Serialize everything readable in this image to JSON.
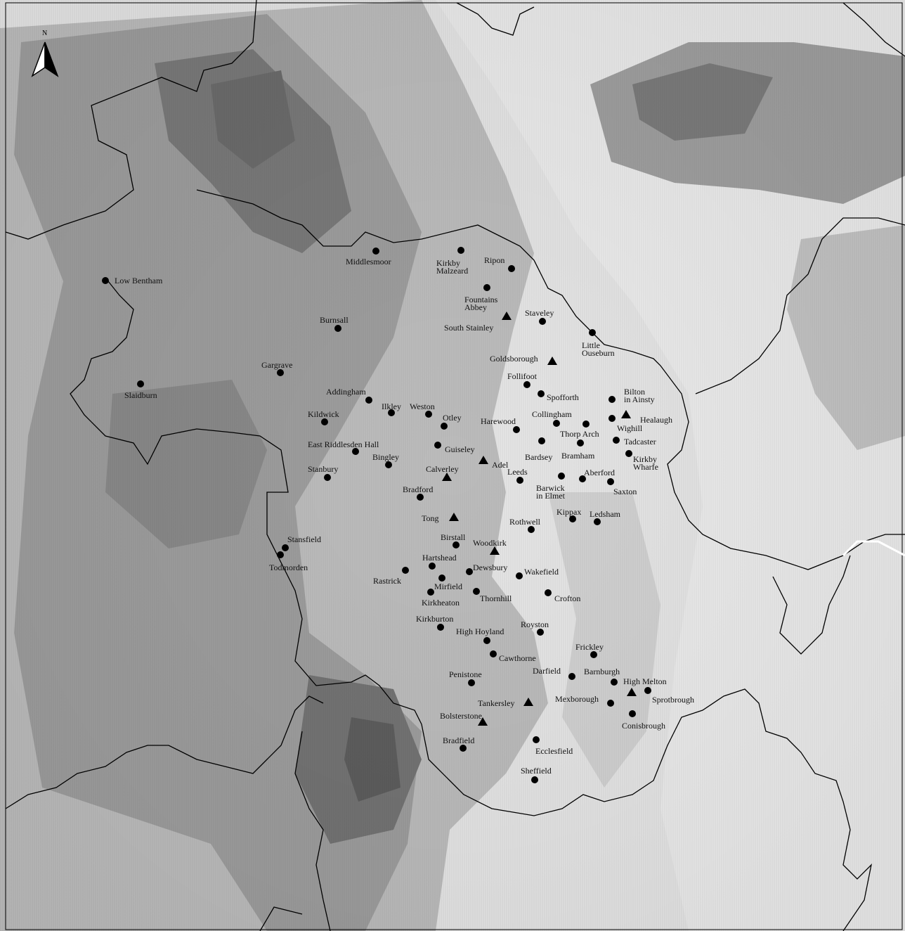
{
  "map": {
    "north_label": "N",
    "symbols": {
      "settlement": "filled-circle",
      "monastery": "filled-triangle"
    },
    "places": [
      {
        "name": "Middlesmoor",
        "symbol": "dot"
      },
      {
        "name": "Kirkby Malzeard",
        "label_lines": [
          "Kirkby",
          "Malzeard"
        ],
        "symbol": "dot"
      },
      {
        "name": "Ripon",
        "symbol": "dot"
      },
      {
        "name": "Low Bentham",
        "symbol": "dot"
      },
      {
        "name": "Fountains Abbey",
        "label_lines": [
          "Fountains",
          "Abbey"
        ],
        "symbol": "dot"
      },
      {
        "name": "South Stainley",
        "symbol": "triangle"
      },
      {
        "name": "Staveley",
        "symbol": "dot"
      },
      {
        "name": "Burnsall",
        "symbol": "dot"
      },
      {
        "name": "Little Ouseburn",
        "label_lines": [
          "Little",
          "Ouseburn"
        ],
        "symbol": "dot"
      },
      {
        "name": "Goldsborough",
        "symbol": "triangle"
      },
      {
        "name": "Gargrave",
        "symbol": "dot"
      },
      {
        "name": "Follifoot",
        "symbol": "dot"
      },
      {
        "name": "Slaidburn",
        "symbol": "dot"
      },
      {
        "name": "Spofforth",
        "symbol": "dot"
      },
      {
        "name": "Bilton in Ainsty",
        "label_lines": [
          "Bilton",
          "in Ainsty"
        ],
        "symbol": "dot"
      },
      {
        "name": "Addingham",
        "symbol": "dot"
      },
      {
        "name": "Ilkley",
        "symbol": "dot"
      },
      {
        "name": "Weston",
        "symbol": "dot"
      },
      {
        "name": "Kildwick",
        "symbol": "dot"
      },
      {
        "name": "Otley",
        "symbol": "dot"
      },
      {
        "name": "Harewood",
        "symbol": "dot"
      },
      {
        "name": "Collingham",
        "symbol": "dot"
      },
      {
        "name": "Healaugh",
        "symbol": "triangle"
      },
      {
        "name": "Wighill",
        "symbol": "dot"
      },
      {
        "name": "Thorp Arch",
        "symbol": "dot"
      },
      {
        "name": "Tadcaster",
        "symbol": "dot"
      },
      {
        "name": "East Riddlesden Hall",
        "symbol": "dot"
      },
      {
        "name": "Guiseley",
        "symbol": "dot"
      },
      {
        "name": "Bingley",
        "symbol": "dot"
      },
      {
        "name": "Adel",
        "symbol": "triangle"
      },
      {
        "name": "Bardsey",
        "symbol": "dot"
      },
      {
        "name": "Bramham",
        "symbol": "dot"
      },
      {
        "name": "Kirkby Wharfe",
        "label_lines": [
          "Kirkby",
          "Wharfe"
        ],
        "symbol": "dot"
      },
      {
        "name": "Stanbury",
        "symbol": "dot"
      },
      {
        "name": "Calverley",
        "symbol": "triangle"
      },
      {
        "name": "Leeds",
        "symbol": "dot"
      },
      {
        "name": "Aberford",
        "symbol": "dot"
      },
      {
        "name": "Saxton",
        "symbol": "dot"
      },
      {
        "name": "Barwick in Elmet",
        "label_lines": [
          "Barwick",
          "in Elmet"
        ],
        "symbol": "dot"
      },
      {
        "name": "Bradford",
        "symbol": "dot"
      },
      {
        "name": "Kippax",
        "symbol": "dot"
      },
      {
        "name": "Ledsham",
        "symbol": "dot"
      },
      {
        "name": "Tong",
        "symbol": "triangle"
      },
      {
        "name": "Rothwell",
        "symbol": "dot"
      },
      {
        "name": "Stansfield",
        "symbol": "dot"
      },
      {
        "name": "Birstall",
        "symbol": "dot"
      },
      {
        "name": "Woodkirk",
        "symbol": "triangle"
      },
      {
        "name": "Todmorden",
        "symbol": "dot"
      },
      {
        "name": "Hartshead",
        "symbol": "dot"
      },
      {
        "name": "Dewsbury",
        "symbol": "dot"
      },
      {
        "name": "Wakefield",
        "symbol": "dot"
      },
      {
        "name": "Rastrick",
        "symbol": "dot"
      },
      {
        "name": "Mirfield",
        "symbol": "dot"
      },
      {
        "name": "Thornhill",
        "symbol": "dot"
      },
      {
        "name": "Crofton",
        "symbol": "dot"
      },
      {
        "name": "Kirkheaton",
        "symbol": "dot"
      },
      {
        "name": "Kirkburton",
        "symbol": "dot"
      },
      {
        "name": "Royston",
        "symbol": "dot"
      },
      {
        "name": "High Hoyland",
        "symbol": "dot"
      },
      {
        "name": "Cawthorne",
        "symbol": "dot"
      },
      {
        "name": "Frickley",
        "symbol": "dot"
      },
      {
        "name": "Darfield",
        "symbol": "dot"
      },
      {
        "name": "Barnburgh",
        "symbol": "dot"
      },
      {
        "name": "Penistone",
        "symbol": "dot"
      },
      {
        "name": "High Melton",
        "symbol": "triangle"
      },
      {
        "name": "Sprotbrough",
        "symbol": "dot"
      },
      {
        "name": "Mexborough",
        "symbol": "dot"
      },
      {
        "name": "Tankersley",
        "symbol": "triangle"
      },
      {
        "name": "Bolsterstone",
        "symbol": "triangle"
      },
      {
        "name": "Conisbrough",
        "symbol": "dot"
      },
      {
        "name": "Bradfield",
        "symbol": "dot"
      },
      {
        "name": "Ecclesfield",
        "symbol": "dot"
      },
      {
        "name": "Sheffield",
        "symbol": "dot"
      }
    ]
  }
}
